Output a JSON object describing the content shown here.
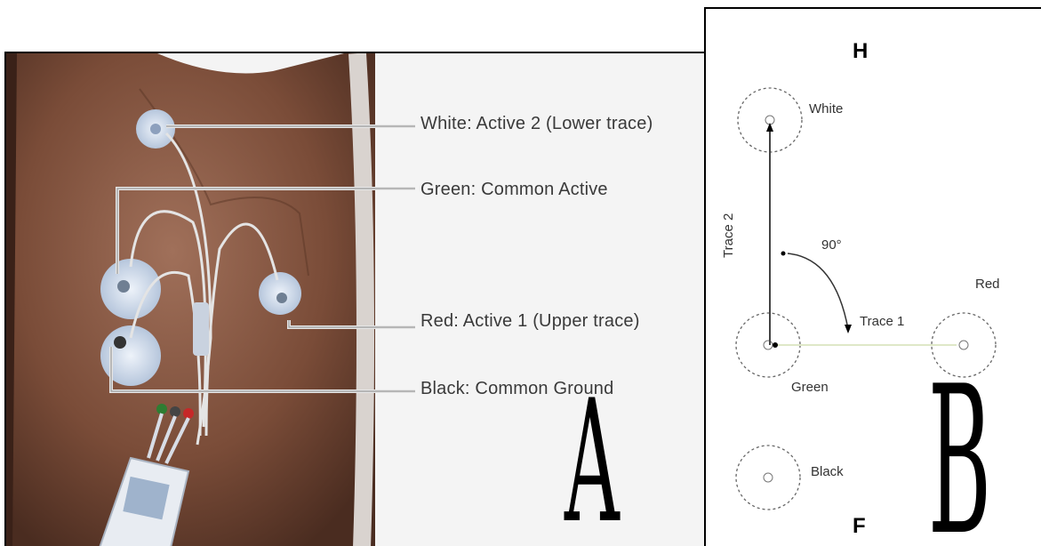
{
  "panel_a": {
    "letter": "A",
    "callouts": {
      "white": "White: Active 2 (Lower trace)",
      "green": "Green: Common Active",
      "red": "Red: Active 1 (Upper trace)",
      "black": "Black: Common Ground"
    }
  },
  "panel_b": {
    "letter": "B",
    "head_label": "H",
    "foot_label": "F",
    "electrodes": {
      "white": "White",
      "red": "Red",
      "green": "Green",
      "black": "Black"
    },
    "trace_2_label": "Trace 2",
    "trace_1_label": "Trace 1",
    "angle_label": "90°"
  }
}
